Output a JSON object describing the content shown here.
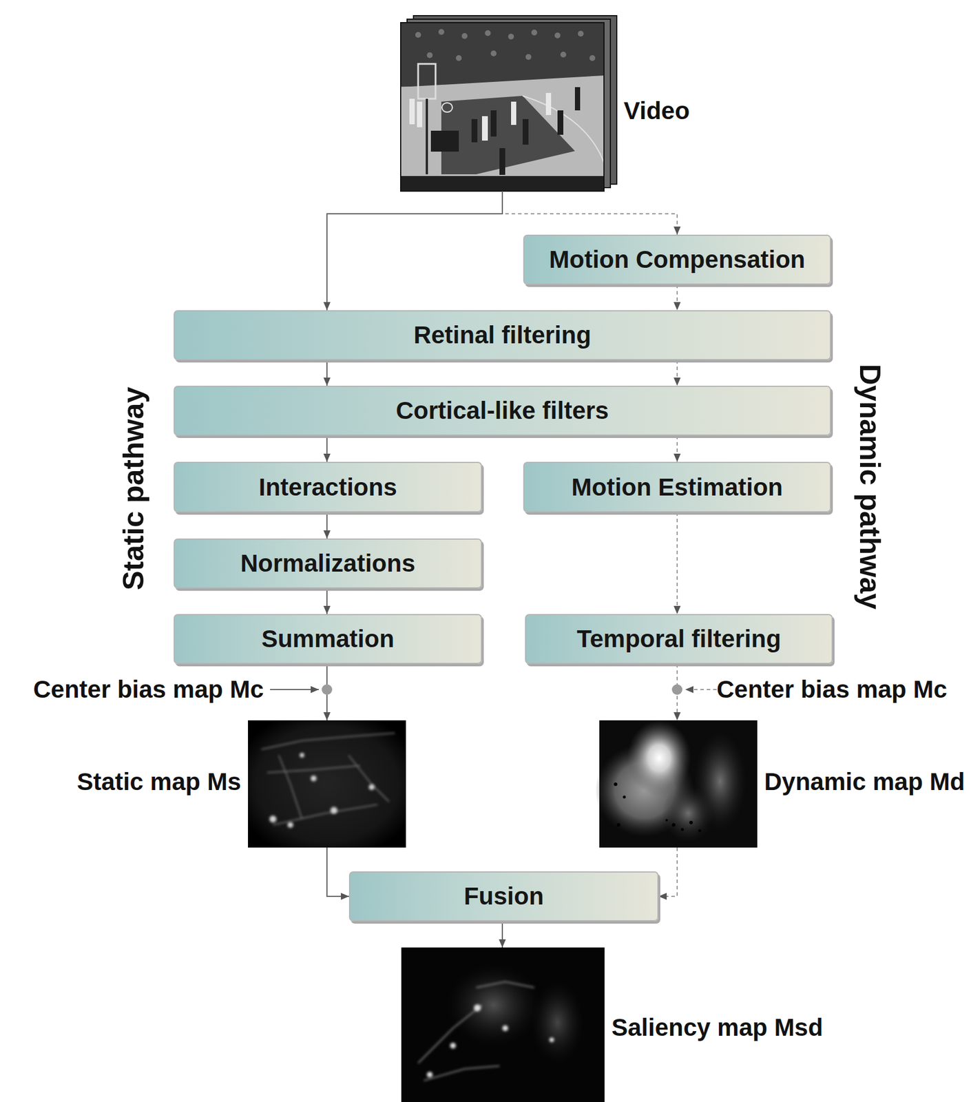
{
  "diagram": {
    "nodes": [
      {
        "text": [
          "Video"
        ]
      },
      {
        "text": [
          "Motion Compensation"
        ]
      },
      {
        "text": [
          "Retinal filtering"
        ]
      },
      {
        "text": [
          "Cortical-like filters"
        ]
      },
      {
        "text": [
          "Interactions"
        ]
      },
      {
        "text": [
          "Motion Estimation"
        ]
      },
      {
        "text": [
          "Normalizations"
        ]
      },
      {
        "text": [
          "Summation"
        ]
      },
      {
        "text": [
          "Temporal filtering"
        ]
      },
      {
        "text": [
          "Static map Ms"
        ]
      },
      {
        "text": [
          "Dynamic map Md"
        ]
      },
      {
        "text": [
          "Fusion"
        ]
      },
      {
        "text": [
          "Saliency map Msd"
        ]
      }
    ],
    "edges": [
      {
        "from": 0,
        "to": 2,
        "arrow": "to"
      },
      {
        "from": 0,
        "to": 1,
        "arrow": "to"
      },
      {
        "from": 1,
        "to": 2,
        "arrow": "to"
      },
      {
        "from": 2,
        "to": 3,
        "arrow": "to"
      },
      {
        "from": 2,
        "to": 3,
        "arrow": "to"
      },
      {
        "from": 3,
        "to": 4,
        "arrow": "to"
      },
      {
        "from": 3,
        "to": 5,
        "arrow": "to"
      },
      {
        "from": 4,
        "to": 6,
        "arrow": "to"
      },
      {
        "from": 6,
        "to": 7,
        "arrow": "to"
      },
      {
        "from": 5,
        "to": 8,
        "arrow": "to"
      },
      {
        "from": 7,
        "to": 9,
        "arrow": "to"
      },
      {
        "from": 8,
        "to": 10,
        "arrow": "to"
      },
      {
        "from": 9,
        "to": 11,
        "arrow": "to"
      },
      {
        "from": 10,
        "to": 11,
        "arrow": "to"
      },
      {
        "from": 11,
        "to": 12,
        "arrow": "to"
      }
    ],
    "labels": [
      "Static pathway",
      "Dynamic pathway",
      "Center bias map Mc",
      "Center bias map Mc"
    ]
  }
}
